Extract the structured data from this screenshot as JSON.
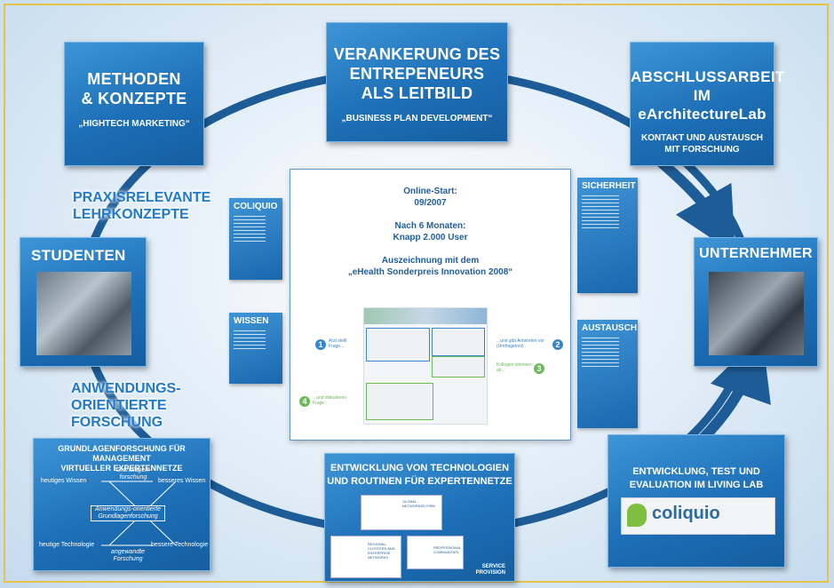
{
  "top_left": {
    "title_line1": "METHODEN",
    "title_line2": "& KONZEPTE",
    "subtitle": "„HIGHTECH MARKETING“"
  },
  "top_center": {
    "title_line1": "VERANKERUNG DES",
    "title_line2": "ENTREPENEURS",
    "title_line3": "ALS LEITBILD",
    "subtitle": "„BUSINESS PLAN DEVELOPMENT“"
  },
  "top_right": {
    "title_line1": "ABSCHLUSSARBEIT",
    "title_line2": "IM eArchitectureLab",
    "subtitle_line1": "KONTAKT UND AUSTAUSCH",
    "subtitle_line2": "MIT FORSCHUNG"
  },
  "praxis": {
    "line1": "PRAXISRELEVANTE",
    "line2": "LEHRKONZEPTE"
  },
  "anwendung": {
    "line1": "ANWENDUNGS-",
    "line2": "ORIENTIERTE",
    "line3": "FORSCHUNG"
  },
  "studenten": {
    "title": "STUDENTEN"
  },
  "unternehmer": {
    "title": "UNTERNEHMER"
  },
  "mini": {
    "coliquio": "COLIQUIO",
    "wissen": "WISSEN",
    "sicherheit": "SICHERHEIT",
    "austausch": "AUSTAUSCH"
  },
  "center": {
    "line1": "Online-Start:",
    "line2": "09/2007",
    "line3": "Nach 6 Monaten:",
    "line4": "Knapp 2.000 User",
    "line5": "Auszeichnung mit dem",
    "line6": "„eHealth Sonderpreis Innovation 2008“",
    "step1_num": "1",
    "step1_text": "Arzt stellt Frage...",
    "step2_num": "2",
    "step2_text": "...und gibt Antworten vor (Umfragetool)",
    "step3_num": "3",
    "step3_text": "Kollegen stimmen ab...",
    "step4_num": "4",
    "step4_text": "...und diskutieren Frage"
  },
  "bottom_left": {
    "title_line1": "GRUNDLAGENFORSCHUNG FÜR MANAGEMENT",
    "title_line2": "VIRTUELLER EXPERTENNETZE",
    "top_label": "Grundlagen-forschung",
    "left_top": "heutiges Wissen",
    "right_top": "besseres Wissen",
    "middle": "Anwendungs-orientierte Grundlagenforschung",
    "left_bottom": "heutige Technologie",
    "right_bottom": "bessere Technologie",
    "bottom_label": "angewandte Forschung"
  },
  "bottom_center": {
    "title_line1": "ENTWICKLUNG VON TECHNOLOGIEN",
    "title_line2": "UND ROUTINEN FÜR EXPERTENNETZE",
    "node1": "GLOBAL NETWORKED FIRM",
    "node2": "REGIONAL CLUSTERS AND ENTERPRISE NETWORKS",
    "node3": "PROFESSIONAL COMMUNITIES",
    "node4": "SERVICE PROVISION"
  },
  "bottom_right": {
    "title_line1": "ENTWICKLUNG, TEST UND",
    "title_line2": "EVALUATION IM LIVING LAB",
    "logo_text": "coliquio"
  }
}
